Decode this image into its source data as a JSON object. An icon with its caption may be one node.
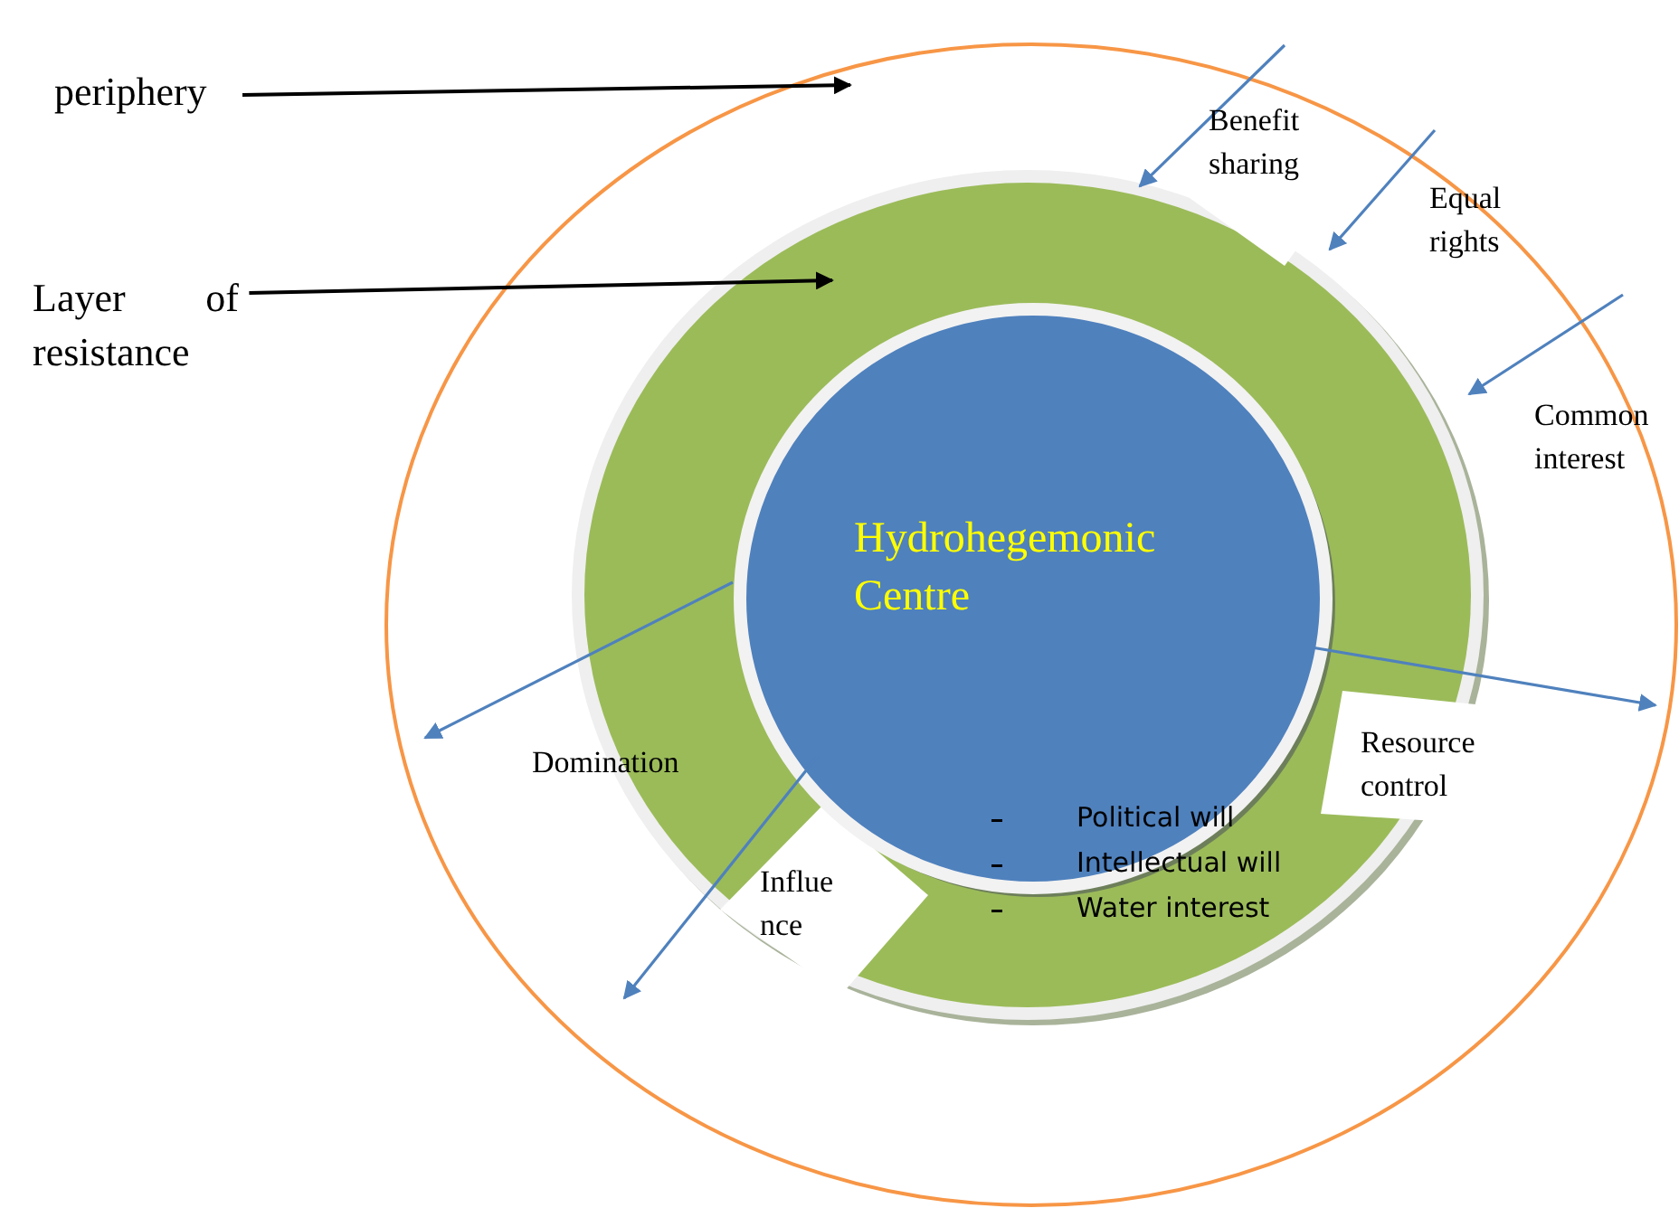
{
  "diagram": {
    "nodes": [
      {
        "text": [
          "periphery"
        ]
      },
      {
        "text": [],
        "shape": "circle"
      },
      {
        "text": [
          "Layer of resistance"
        ]
      },
      {
        "text": [],
        "shape": "circle",
        "in": 1
      },
      {
        "text": [
          "Hydrohegemonic Centre"
        ],
        "in": 3
      }
    ],
    "edges": [
      {
        "from": 0,
        "to": 1,
        "arrow": "to",
        "color": "#000000"
      },
      {
        "from": 2,
        "to": 3,
        "arrow": "to",
        "color": "#000000"
      },
      {
        "from": null,
        "to": 3,
        "arrow": "to",
        "label": "Benefit sharing"
      },
      {
        "from": null,
        "to": 3,
        "arrow": "to",
        "label": "Equal rights"
      },
      {
        "from": null,
        "to": 3,
        "arrow": "to",
        "label": "Common interest"
      },
      {
        "from": 4,
        "to": null,
        "arrow": "to",
        "label": "Domination"
      },
      {
        "from": 4,
        "to": null,
        "arrow": "to",
        "label": "Influe nce"
      },
      {
        "from": 4,
        "to": null,
        "arrow": "to",
        "label": "Resource control"
      }
    ],
    "labels": [
      "Political will",
      "Intellectual will",
      "Water interest"
    ]
  }
}
